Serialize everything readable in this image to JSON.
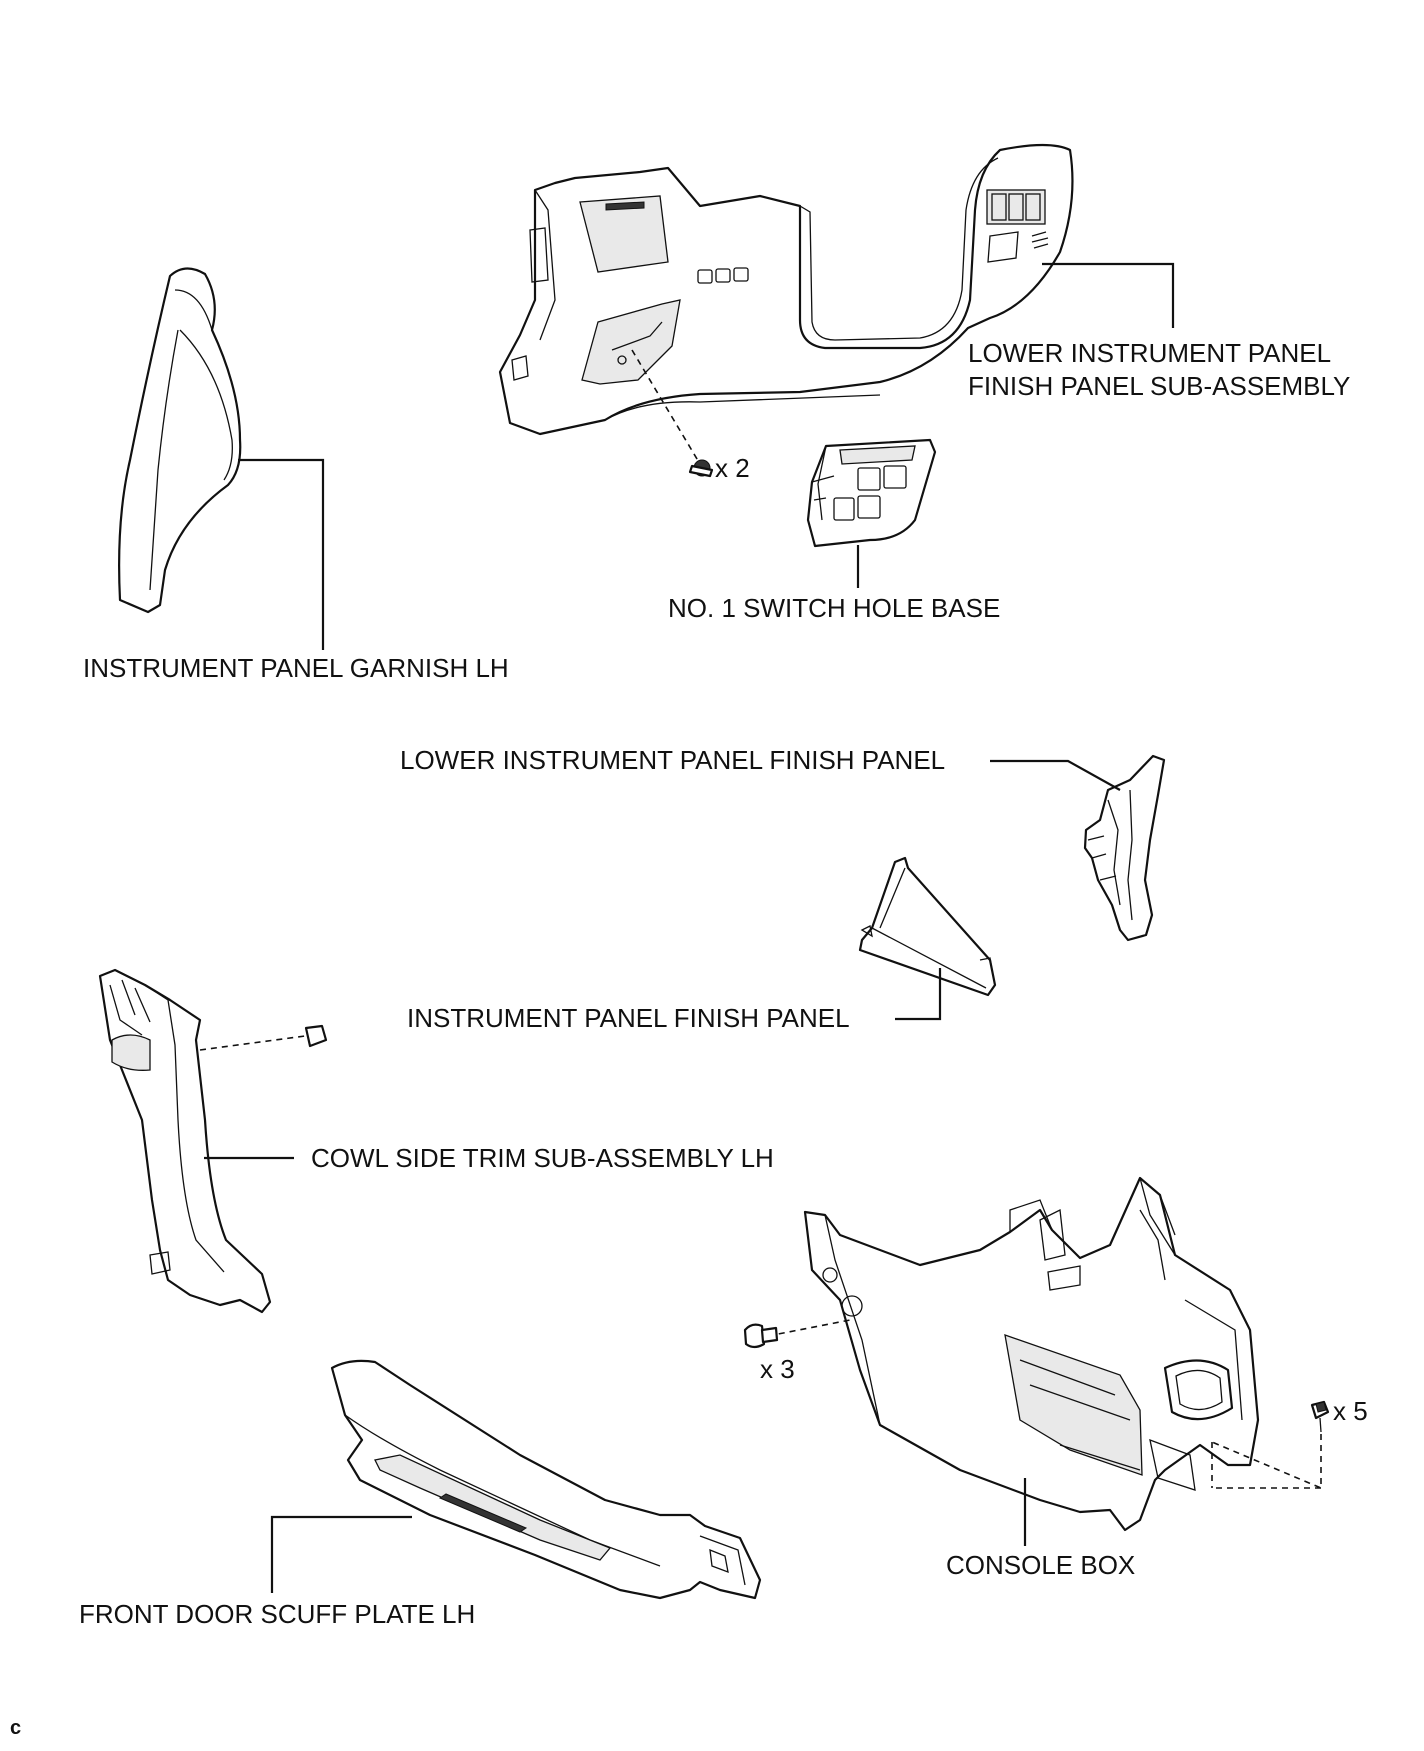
{
  "parts": {
    "lower_instrument_panel_finish_panel_sub_assembly": [
      "LOWER INSTRUMENT PANEL",
      "FINISH PANEL SUB-ASSEMBLY"
    ],
    "no1_switch_hole_base": "NO. 1 SWITCH HOLE BASE",
    "instrument_panel_garnish_lh": "INSTRUMENT PANEL GARNISH LH",
    "lower_instrument_panel_finish_panel": "LOWER INSTRUMENT PANEL FINISH PANEL",
    "instrument_panel_finish_panel": "INSTRUMENT PANEL FINISH PANEL",
    "cowl_side_trim_sub_assembly_lh": "COWL SIDE TRIM SUB-ASSEMBLY LH",
    "console_box": "CONSOLE BOX",
    "front_door_scuff_plate_lh": "FRONT DOOR SCUFF PLATE LH"
  },
  "fasteners": {
    "screw_qty": "x 2",
    "clip_qty": "x 3",
    "bolt_qty": "x 5"
  },
  "corner_mark": "c"
}
